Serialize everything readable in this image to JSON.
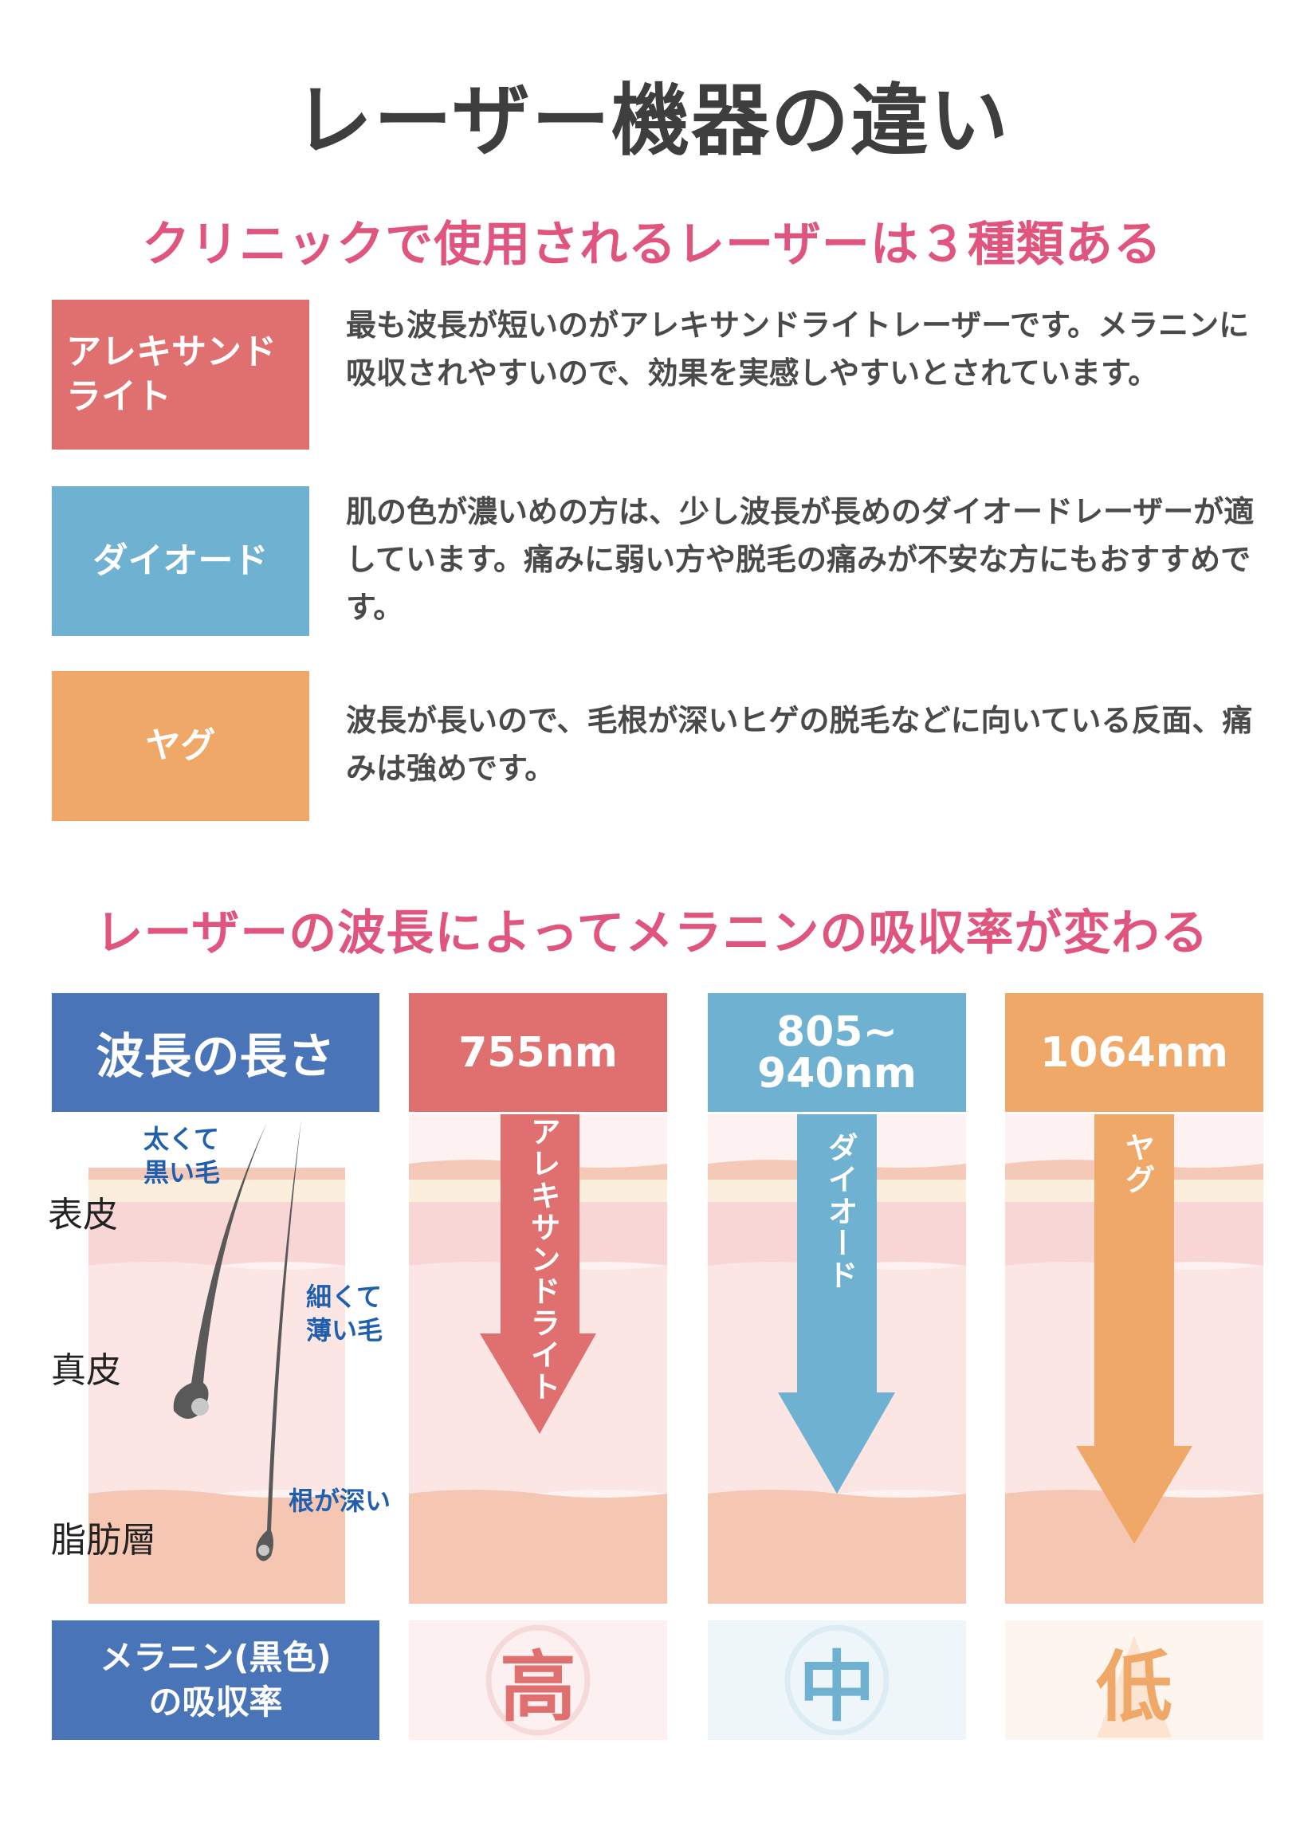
{
  "title": "レーザー機器の違い",
  "section1": {
    "heading": "クリニックで使用されるレーザーは３種類ある",
    "items": [
      {
        "label": "アレキサンド\nライト",
        "description": "最も波長が短いのがアレキサンドライトレーザーです。メラニンに吸収されやすいので、効果を実感しやすいとされています。",
        "color": "#e07070"
      },
      {
        "label": "ダイオード",
        "description": "肌の色が濃いめの方は、少し波長が長めのダイオードレーザーが適しています。痛みに弱い方や脱毛の痛みが不安な方にもおすすめです。",
        "color": "#6fb1d0"
      },
      {
        "label": "ヤグ",
        "description": "波長が長いので、毛根が深いヒゲの脱毛などに向いている反面、痛みは強めです。",
        "color": "#f0a868"
      }
    ]
  },
  "section2": {
    "heading": "レーザーの波長によってメラニンの吸収率が変わる",
    "row_header": "波長の長さ",
    "layers": [
      "表皮",
      "真皮",
      "脂肪層"
    ],
    "hair_labels": {
      "thick": "太くて\n黒い毛",
      "thin": "細くて\n薄い毛",
      "deep": "根が深い"
    },
    "absorption_header": "メラニン(黒色)\nの吸収率",
    "lasers": [
      {
        "wavelength": "755nm",
        "name": "アレキサンドライト",
        "absorption": "高",
        "color": "#e07070",
        "depth": "shallow"
      },
      {
        "wavelength": "805~\n940nm",
        "name": "ダイオード",
        "absorption": "中",
        "color": "#6fb1d0",
        "depth": "medium"
      },
      {
        "wavelength": "1064nm",
        "name": "ヤグ",
        "absorption": "低",
        "color": "#f0a868",
        "depth": "deep"
      }
    ],
    "header_color": "#4a74b8"
  }
}
